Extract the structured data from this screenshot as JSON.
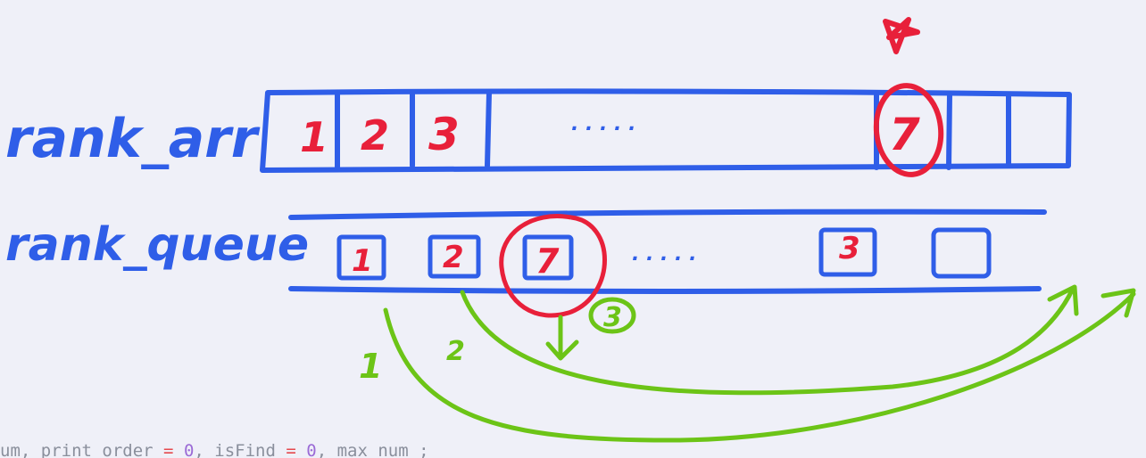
{
  "rank_arr": {
    "label": "rank_arr",
    "cells": [
      "1",
      "2",
      "3",
      "7",
      ""
    ],
    "ellipsis": ". . . . ."
  },
  "rank_queue": {
    "label": "rank_queue",
    "items": [
      "1",
      "2",
      "7",
      "3",
      ""
    ],
    "ellipsis": ". . . . ."
  },
  "step_labels": [
    "1",
    "2",
    "3"
  ],
  "colors": {
    "background": "#eff0f8",
    "structure_blue": "#2f5ee8",
    "highlight_red": "#e8203a",
    "arrow_green": "#6cc417"
  },
  "code_line": {
    "prefix": "um, print_order ",
    "eq1": "=",
    "zero1": "0",
    "mid": ", isFind ",
    "eq2": "=",
    "zero2": "0",
    "suffix": ", max_num ;"
  }
}
